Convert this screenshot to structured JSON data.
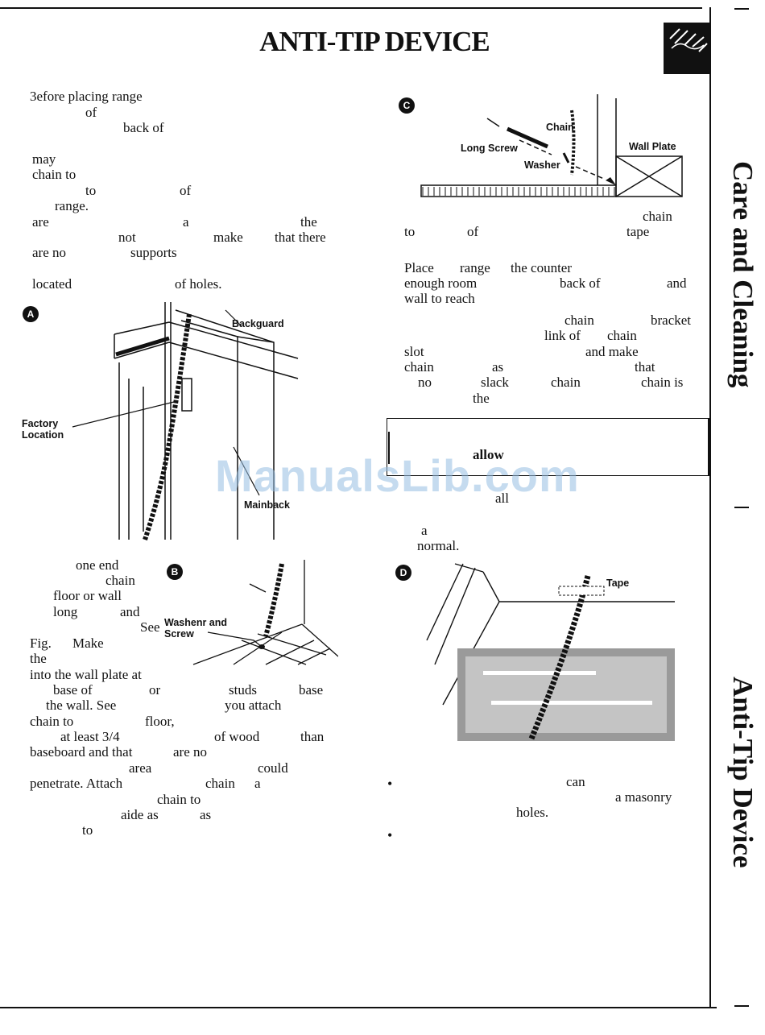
{
  "page": {
    "title": "ANTI-TIP DEVICE",
    "watermark": "ManualsLib.com"
  },
  "side_tabs": {
    "care_cleaning": "Care and Cleaning",
    "anti_tip": "Anti-Tip Device"
  },
  "left_column": {
    "intro_lines": [
      "3efore placing range",
      "of",
      "back of",
      "may",
      "chain to",
      "to",
      "of",
      "range.",
      "are",
      "a",
      "the",
      "not",
      "make",
      "that there",
      "are no",
      "supports",
      "located",
      "of holes."
    ],
    "attach_lines": [
      "one end",
      "chain",
      "floor or wall",
      "long",
      "and",
      "See",
      "Fig.",
      "Make",
      "the",
      "into the wall plate at",
      "base of",
      "or",
      "studs",
      "base",
      "the wall. See",
      "you attach",
      "chain to",
      "floor,",
      "at least 3/4",
      "of wood",
      "than",
      "baseboard and that",
      "are no",
      "area",
      "could",
      "penetrate. Attach",
      "chain",
      "a",
      "chain to",
      "aide as",
      "as",
      "to"
    ]
  },
  "right_column": {
    "lines_c": [
      "chain",
      "to",
      "of",
      "tape",
      "Place",
      "range",
      "the counter",
      "enough room",
      "back of",
      "and",
      "wall to reach",
      "chain",
      "bracket",
      "link of",
      "chain",
      "slot",
      "and make",
      "chain",
      "as",
      "that",
      "no",
      "slack",
      "chain",
      "chain is",
      "the"
    ],
    "warning_text": "allow",
    "after_lines": [
      "all",
      "a",
      "normal."
    ],
    "bullet_lines": [
      "can",
      "a masonry",
      "holes."
    ]
  },
  "figure_a": {
    "badge": "A",
    "backguard": "Backguard",
    "factory": "Factory\nLocation",
    "mainback": "Mainback"
  },
  "figure_b": {
    "badge": "B",
    "washer_screw": "Washenr and\nScrew"
  },
  "figure_c": {
    "badge": "C",
    "chain": "Chain",
    "long_screw": "Long Screw",
    "washer": "Washer",
    "wall_plate": "Wall Plate"
  },
  "figure_d": {
    "badge": "D",
    "tape": "Tape"
  }
}
